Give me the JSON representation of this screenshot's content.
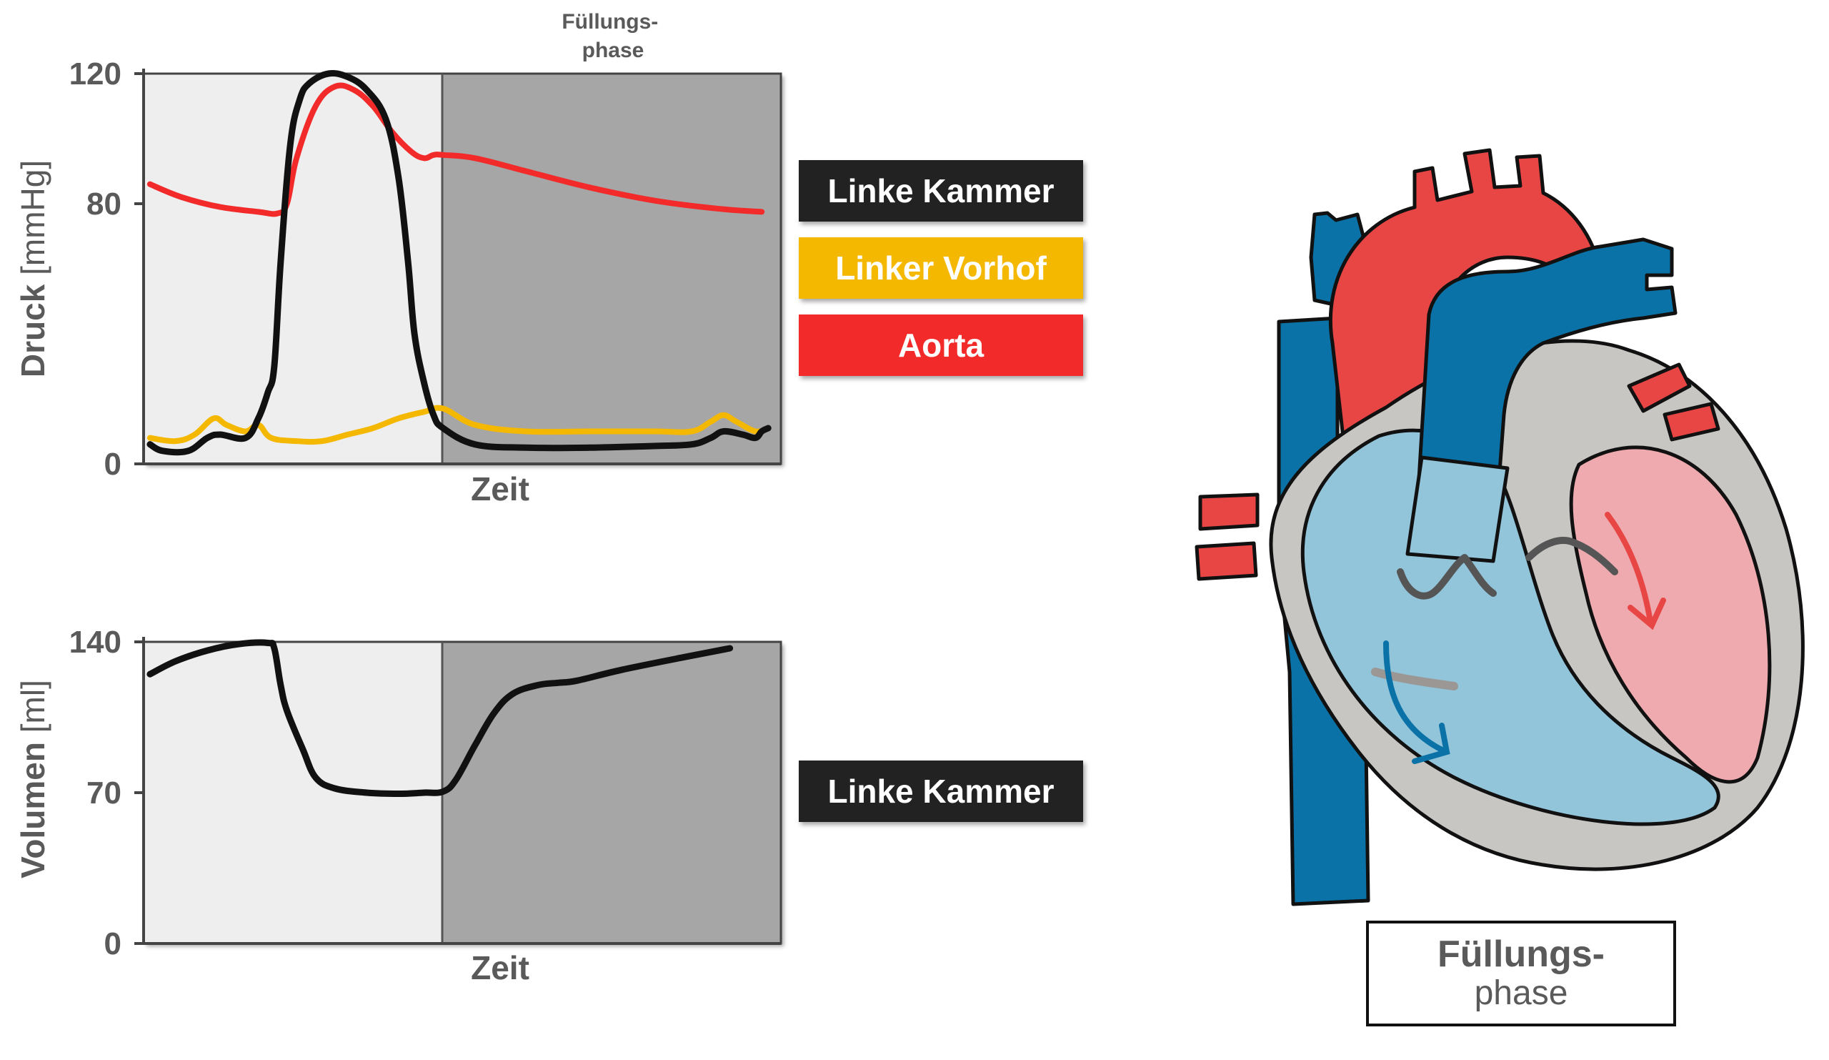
{
  "top_phase_label": [
    "Füllungs-",
    "phase"
  ],
  "legend_pressure": [
    {
      "label": "Linke Kammer",
      "color": "#222222",
      "text_color": "#ffffff"
    },
    {
      "label": "Linker Vorhof",
      "color": "#f5b800",
      "text_color": "#ffffff"
    },
    {
      "label": "Aorta",
      "color": "#f22a2a",
      "text_color": "#ffffff"
    }
  ],
  "legend_volume": [
    {
      "label": "Linke Kammer",
      "color": "#222222",
      "text_color": "#ffffff"
    }
  ],
  "phase_box": {
    "line1": "Füllungs-",
    "line2": "phase"
  },
  "colors": {
    "light_bg": "#eeeeee",
    "dark_bg": "#a6a6a6",
    "aorta": "#f22a2a",
    "atrium": "#f5b800",
    "ventricle": "#111111",
    "heart_red": "#e84545",
    "heart_blue": "#0a72a6",
    "heart_light_blue": "#92c4da",
    "heart_pink": "#eeaaae",
    "heart_wall": "#c8c6c3"
  },
  "chart_data": [
    {
      "type": "line",
      "xlabel": "Zeit",
      "ylabel": "Druck",
      "ylabel_unit": "[mmHg]",
      "ylim": [
        0,
        120
      ],
      "yticks": [
        0,
        80,
        120
      ],
      "x_range": [
        0,
        100
      ],
      "shaded_phase": {
        "label": "Füllungsphase",
        "x_start": 47,
        "x_end": 100
      },
      "series": [
        {
          "name": "Aorta",
          "color": "#f22a2a",
          "x": [
            1,
            6,
            12,
            18,
            21,
            22.5,
            24,
            27,
            30,
            33,
            36,
            39,
            42,
            44,
            45.5,
            47,
            52,
            60,
            70,
            80,
            90,
            97
          ],
          "y": [
            86,
            82,
            79,
            77.5,
            77,
            80,
            94,
            110,
            116,
            115,
            110,
            102,
            96,
            94,
            95,
            95,
            94,
            90,
            85,
            81,
            78.5,
            77.5
          ]
        },
        {
          "name": "Linker Vorhof",
          "color": "#f5b800",
          "x": [
            1,
            5,
            8,
            11,
            13,
            16,
            18,
            20,
            24,
            28,
            32,
            36,
            40,
            44,
            47,
            52,
            60,
            70,
            80,
            86,
            89,
            91,
            93,
            96,
            98
          ],
          "y": [
            8,
            7,
            9,
            14,
            12,
            10,
            12,
            8,
            7,
            7,
            9,
            11,
            14,
            16,
            17,
            12,
            10,
            10,
            10,
            10,
            13,
            15,
            13,
            10,
            11
          ]
        },
        {
          "name": "Linke Kammer",
          "color": "#111111",
          "x": [
            1,
            3,
            7,
            10,
            12,
            16,
            18,
            19.5,
            20.5,
            21.5,
            23,
            24.5,
            26,
            29,
            32,
            35,
            38,
            40,
            41.5,
            42.5,
            44,
            45.5,
            47,
            52,
            60,
            70,
            80,
            86,
            89,
            91,
            94,
            96,
            97,
            98
          ],
          "y": [
            6,
            4,
            4,
            8,
            9,
            8,
            14,
            22,
            30,
            62,
            98,
            112,
            117,
            120,
            119,
            115,
            106,
            88,
            62,
            40,
            25,
            15,
            11,
            6,
            5,
            5,
            5.5,
            6,
            8,
            10,
            9,
            8,
            10,
            11
          ]
        }
      ]
    },
    {
      "type": "line",
      "xlabel": "Zeit",
      "ylabel": "Volumen",
      "ylabel_unit": "[ml]",
      "ylim": [
        0,
        140
      ],
      "yticks": [
        0,
        70,
        140
      ],
      "x_range": [
        0,
        100
      ],
      "shaded_phase": {
        "label": "Füllungsphase",
        "x_start": 47,
        "x_end": 100
      },
      "series": [
        {
          "name": "Linke Kammer",
          "color": "#111111",
          "x": [
            1,
            5,
            10,
            15,
            19.5,
            20.5,
            21.5,
            22.5,
            25,
            27,
            30,
            35,
            40,
            44,
            47,
            49,
            52,
            55,
            58,
            62,
            65,
            68,
            75,
            85,
            92
          ],
          "y": [
            125,
            131,
            136,
            139,
            139.5,
            137,
            120,
            108,
            90,
            77,
            72,
            70,
            69.5,
            70,
            70.5,
            76,
            92,
            107,
            116,
            120,
            121,
            122,
            127,
            133,
            137
          ]
        }
      ]
    }
  ]
}
